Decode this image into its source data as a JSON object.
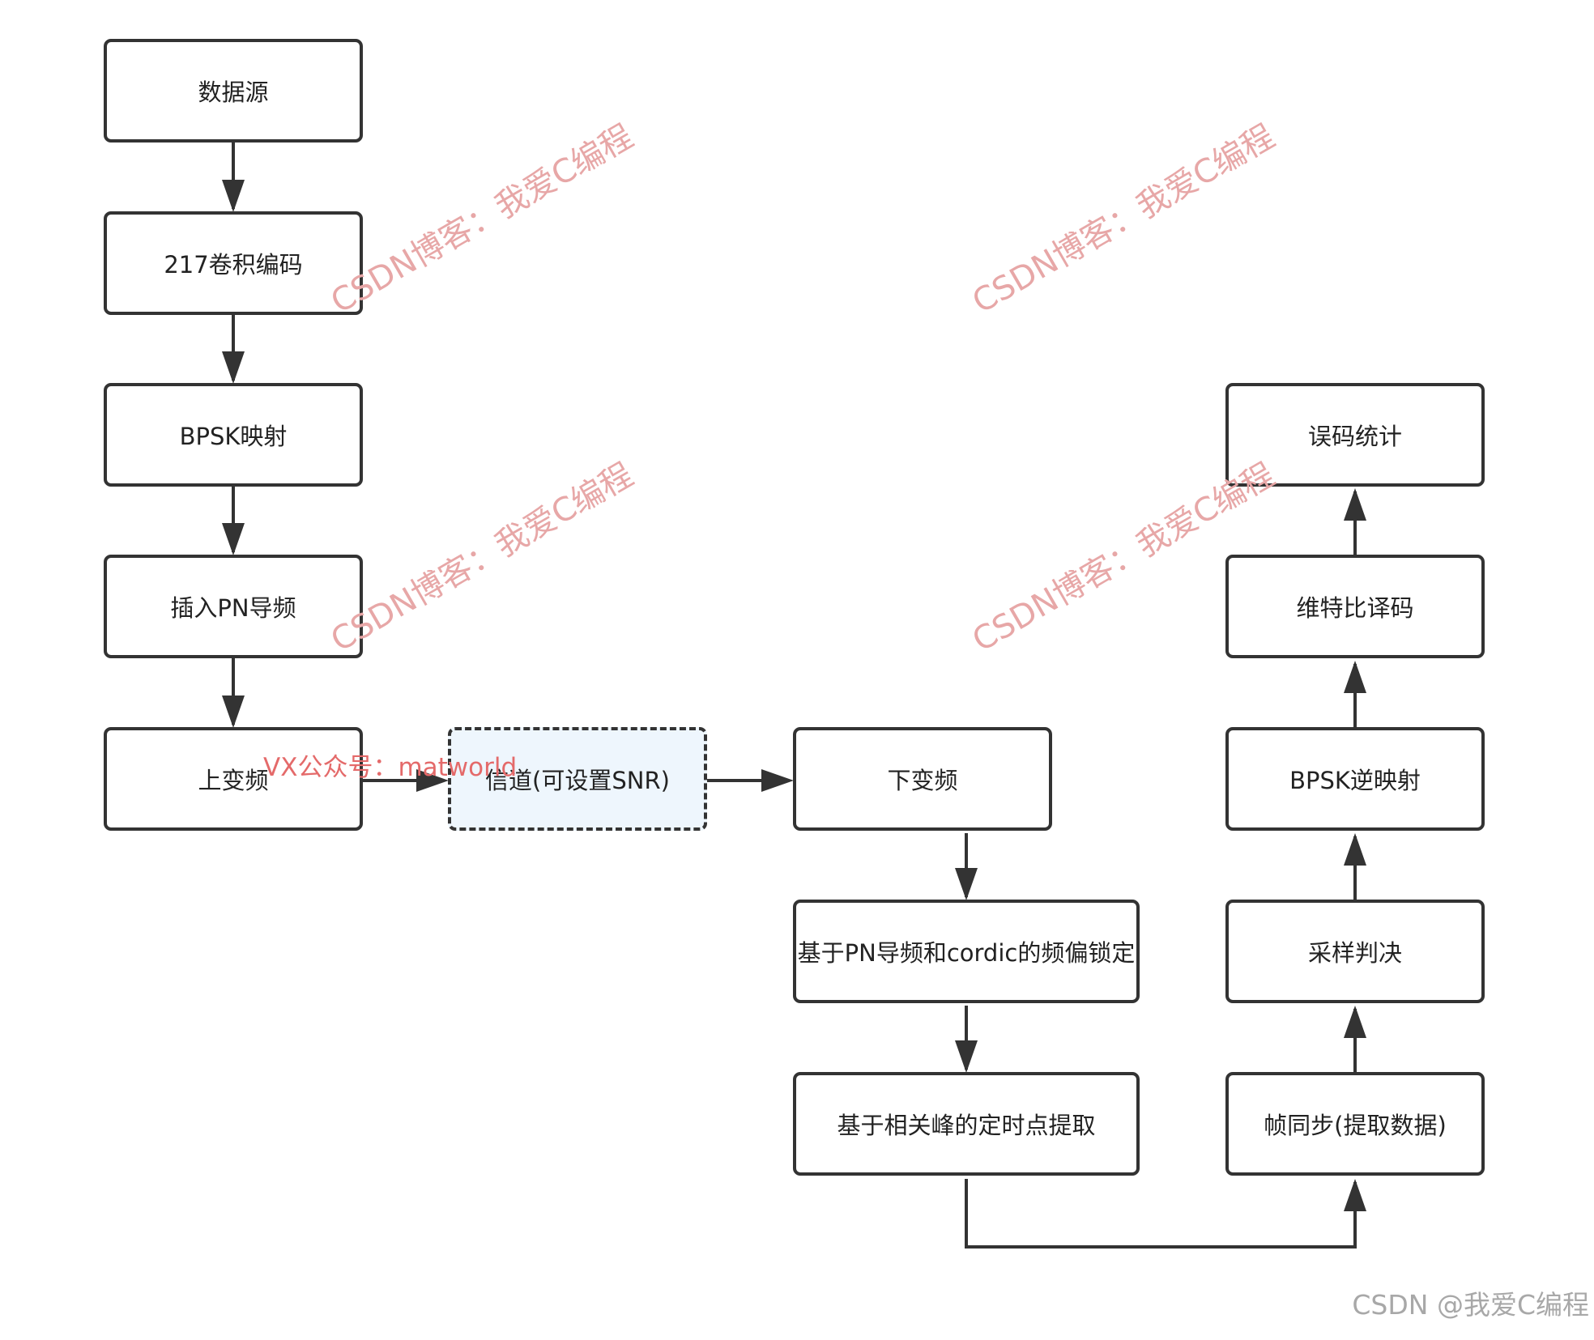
{
  "nodes": {
    "n1": "数据源",
    "n2": "217卷积编码",
    "n3": "BPSK映射",
    "n4": "插入PN导频",
    "n5": "上变频",
    "n6": "信道(可设置SNR)",
    "n7": "下变频",
    "n8": "基于PN导频和cordic的频偏锁定",
    "n9": "基于相关峰的定时点提取",
    "n10": "帧同步(提取数据)",
    "n11": "采样判决",
    "n12": "BPSK逆映射",
    "n13": "维特比译码",
    "n14": "误码统计"
  },
  "watermark": {
    "diagonal": "CSDN博客：我爱C编程",
    "vx": "VX公众号：matworld",
    "footer": "CSDN @我爱C编程"
  },
  "colors": {
    "stroke": "#333333",
    "channel_fill": "#eef6fd",
    "watermark": "#e7a7a7"
  }
}
